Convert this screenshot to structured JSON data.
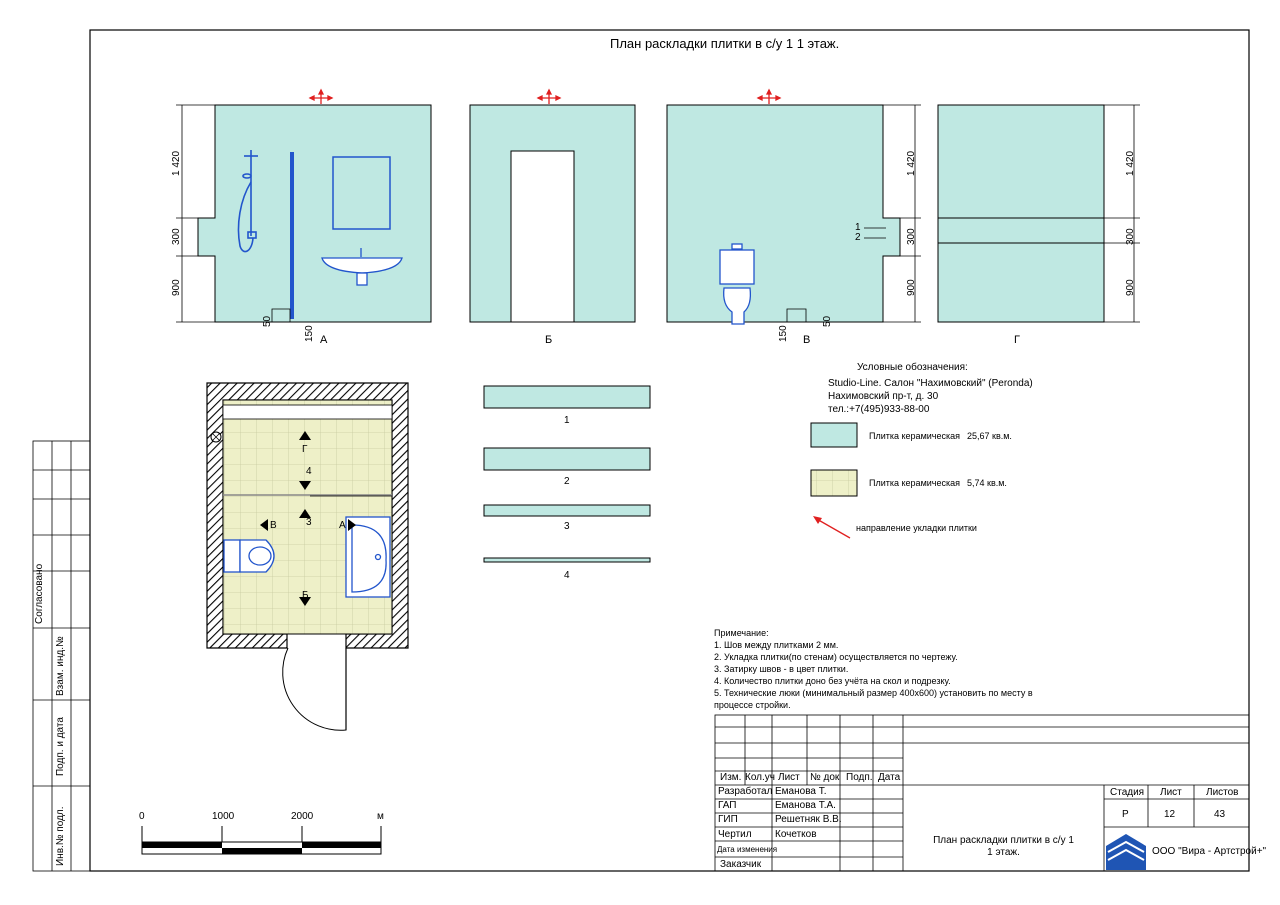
{
  "title": "План раскладки плитки в с/у 1 1 этаж.",
  "elevations": {
    "labels": [
      "А",
      "Б",
      "В",
      "Г"
    ],
    "dims": {
      "upper": "1 420",
      "middle": "300",
      "lower": "900",
      "d50": "50",
      "d150": "150"
    },
    "joint_labels": [
      "1",
      "2"
    ]
  },
  "plan": {
    "labels": {
      "g": "Г",
      "n4": "4",
      "n3": "3",
      "v": "В",
      "a": "А",
      "b": "Б"
    }
  },
  "strips": [
    "1",
    "2",
    "3",
    "4"
  ],
  "legend": {
    "heading": "Условные обозначения:",
    "supplier_line1": "Studio-Line. Салон \"Нахимовский\" (Peronda)",
    "supplier_line2": "Нахимовский пр-т, д. 30",
    "supplier_line3": "тел.:+7(495)933-88-00",
    "items": [
      {
        "name": "Плитка керамическая",
        "area": "25,67 кв.м.",
        "color": "#bfe8e2"
      },
      {
        "name": "Плитка керамическая",
        "area": "5,74 кв.м.",
        "color": "#eef0c8"
      }
    ],
    "direction": "направление укладки плитки"
  },
  "notes": {
    "heading": "Примечание:",
    "lines": [
      "1. Шов между плитками 2 мм.",
      "2. Укладка  плитки(по стенам) осуществляется по  чертежу.",
      "3. Затирку  швов - в цвет плитки.",
      "4. Количество плитки доно без учёта на скол и подрезку.",
      "5. Технические люки (минимальный размер 400х600) установить по месту в",
      "процессе стройки."
    ]
  },
  "scale": {
    "t0": "0",
    "t1": "1000",
    "t2": "2000",
    "unit": "м"
  },
  "side_stamp": [
    "Согласовано",
    "Взам. инд.№",
    "Подп. и дата",
    "Инв.№ подл."
  ],
  "title_block": {
    "headers": [
      "Изм.",
      "Кол.уч",
      "Лист",
      "№ док",
      "Подп.",
      "Дата"
    ],
    "roles": [
      {
        "role": "Разработал",
        "name": "Еманова Т."
      },
      {
        "role": "ГАП",
        "name": "Еманова Т.А."
      },
      {
        "role": "ГИП",
        "name": "Решетняк В.В."
      },
      {
        "role": "Чертил",
        "name": "Кочетков"
      },
      {
        "role": "Дата изменения",
        "name": ""
      },
      {
        "role": "Заказчик",
        "name": ""
      }
    ],
    "stage_label": "Стадия",
    "sheet_label": "Лист",
    "sheets_label": "Листов",
    "stage": "Р",
    "sheet": "12",
    "sheets": "43",
    "drawing_title_line1": "План раскладки плитки в с/у 1",
    "drawing_title_line2": "1 этаж.",
    "company": "ООО \"Вира - Артстрой+\""
  },
  "colors": {
    "wall_tile": "#bfe8e2",
    "floor_tile": "#eef0c8",
    "accent": "#e02020",
    "blue": "#2255cc"
  }
}
